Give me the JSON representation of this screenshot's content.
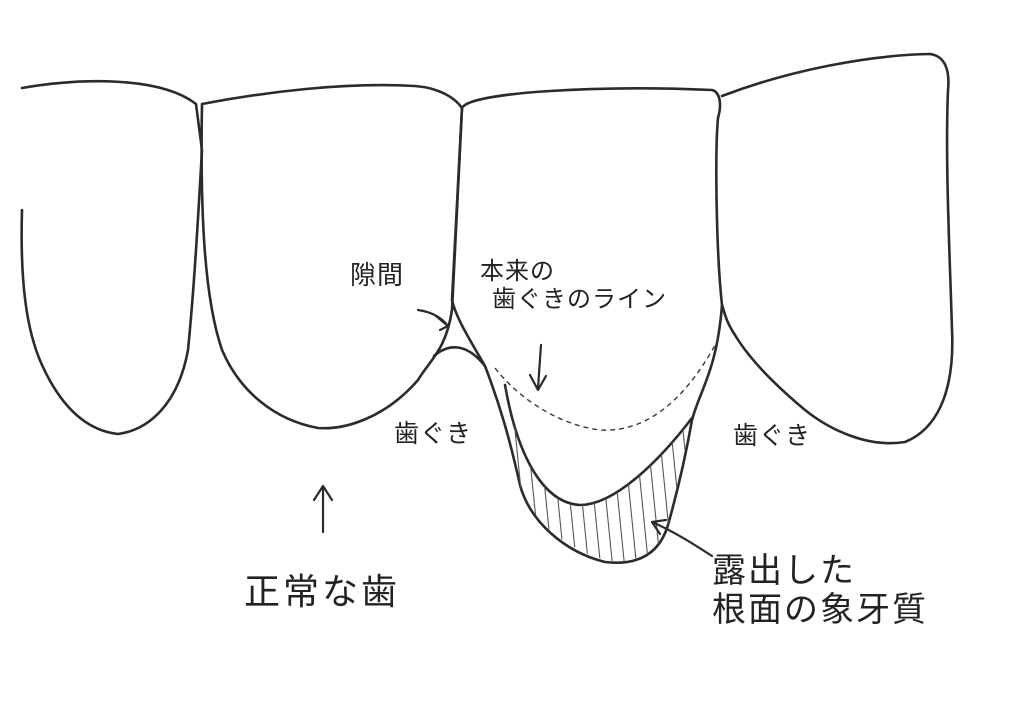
{
  "labels": {
    "gap": "隙間",
    "original_gumline_line1": "本来の",
    "original_gumline_line2": "歯ぐきのライン",
    "gum_left": "歯ぐき",
    "gum_right": "歯ぐき",
    "normal_tooth": "正常な歯",
    "exposed_dentin_line1": "露出した",
    "exposed_dentin_line2": "根面の象牙質"
  },
  "colors": {
    "ink": "#2b2b2b",
    "paper": "#ffffff"
  }
}
